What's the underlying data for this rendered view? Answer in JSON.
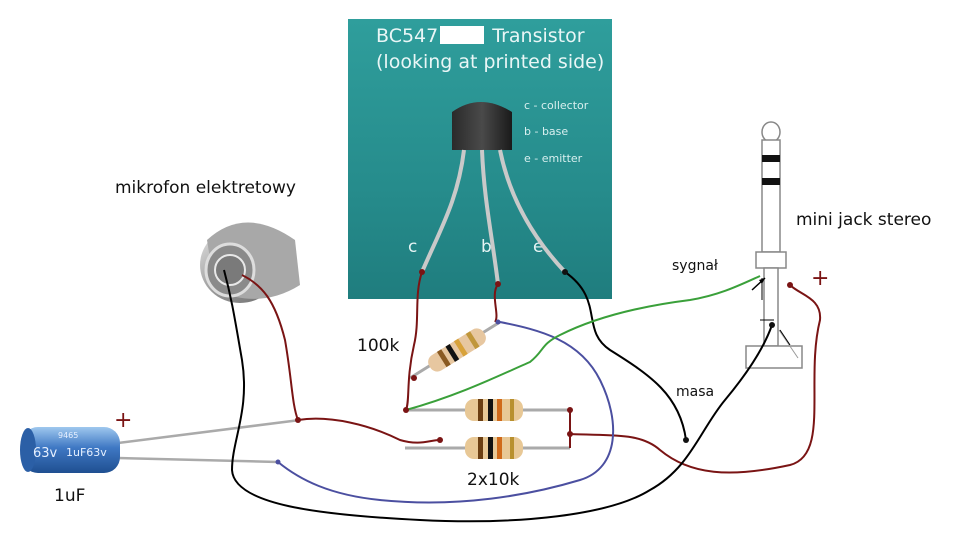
{
  "transistor_photo": {
    "title_line1": "BC547",
    "title_line1_suffix": " Transistor",
    "title_line2": "(looking at printed side)",
    "pins": [
      {
        "key": "c",
        "desc": "c  - collector"
      },
      {
        "key": "b",
        "desc": "b  - base"
      },
      {
        "key": "e",
        "desc": "e  - emitter"
      }
    ]
  },
  "labels": {
    "microphone": "mikrofon elektretowy",
    "jack": "mini jack stereo",
    "signal": "sygnał",
    "ground": "masa",
    "plus_cap": "+",
    "plus_jack": "+",
    "resistor_100k": "100k",
    "resistors_2x10k": "2x10k",
    "capacitor": "1uF"
  },
  "capacitor_print": {
    "rating_left": "63v",
    "rating_right": "1uF63v",
    "code": "9465"
  },
  "colors": {
    "photo_bg": "#268c8c",
    "wire_red": "#7a1414",
    "wire_black": "#000000",
    "wire_blue": "#4b4fa0",
    "wire_green": "#3aa03a",
    "capacitor_blue": "#3f78c4",
    "resistor_body": "#e6c79a"
  }
}
